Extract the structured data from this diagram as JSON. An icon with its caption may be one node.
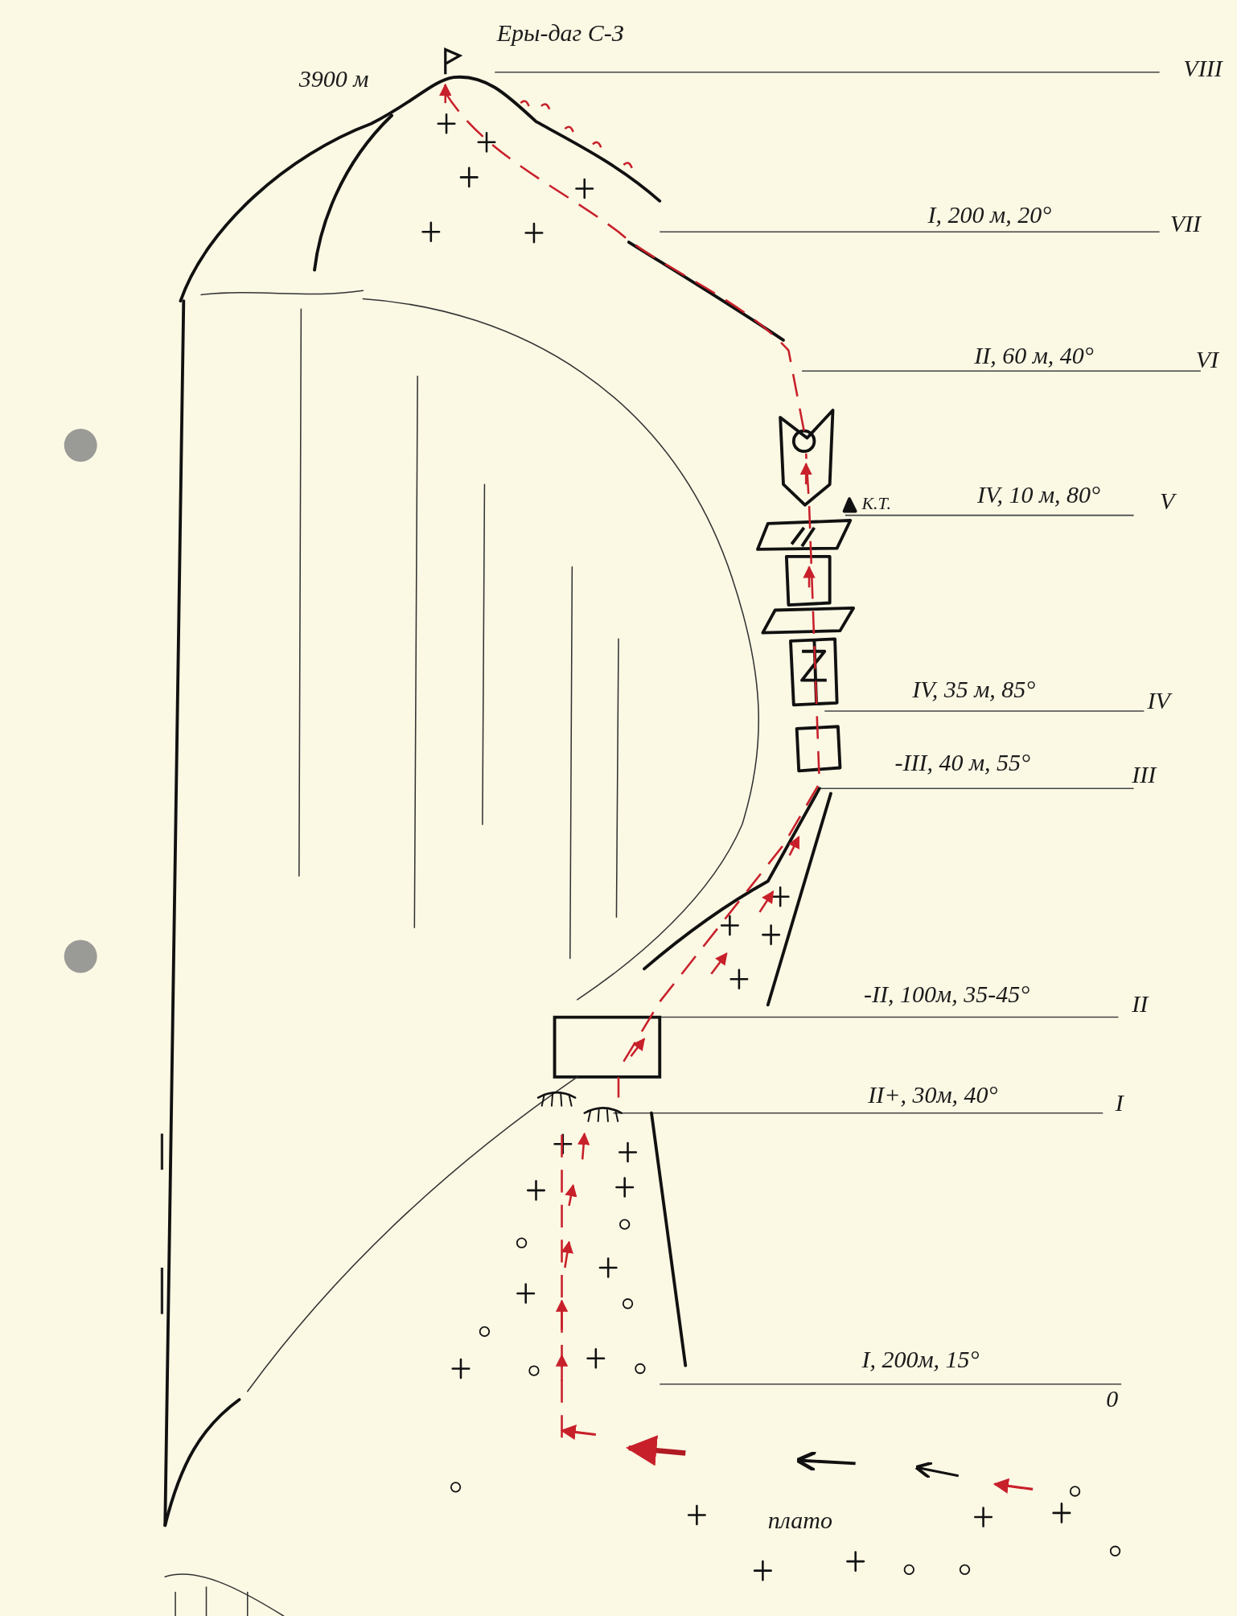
{
  "diagram": {
    "title": "Еры-даг С-З",
    "labels": [
      "3900 м",
      "VIII",
      "I, 200 м, 20°",
      "VII",
      "II, 60 м, 40°",
      "VI",
      "К.Т.",
      "IV, 10 м, 80°",
      "V",
      "IV, 35 м, 85°",
      "IV",
      "-III, 40 м, 55°",
      "III",
      "-II, 100м, 35-45°",
      "II",
      "II+, 30м, 40°",
      "I",
      "I, 200м, 15°",
      "0",
      "плато"
    ]
  }
}
